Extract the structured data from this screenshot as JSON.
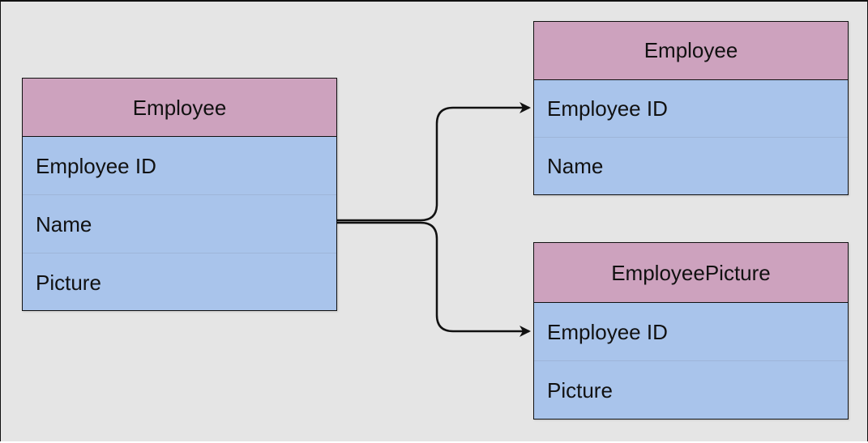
{
  "diagram": {
    "source_entity": {
      "title": "Employee",
      "fields": [
        "Employee ID",
        "Name",
        "Picture"
      ]
    },
    "target_entities": [
      {
        "title": "Employee",
        "fields": [
          "Employee ID",
          "Name"
        ]
      },
      {
        "title": "EmployeePicture",
        "fields": [
          "Employee ID",
          "Picture"
        ]
      }
    ]
  },
  "colors": {
    "background": "#e5e5e5",
    "header_fill": "#cda2be",
    "body_fill": "#a9c4eb",
    "stroke": "#111111"
  }
}
